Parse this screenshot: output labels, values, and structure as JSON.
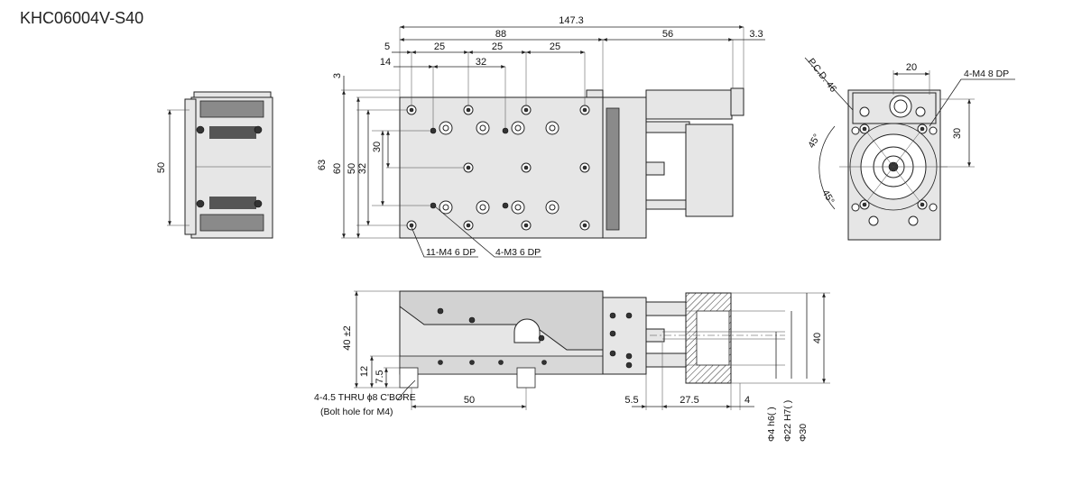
{
  "title": "KHC06004V-S40",
  "top_dims": {
    "overall": "147.3",
    "d88": "88",
    "d56": "56",
    "d33": "3.3",
    "d5": "5",
    "d25a": "25",
    "d25b": "25",
    "d25c": "25",
    "d14": "14",
    "d32h": "32"
  },
  "left_dims": {
    "d3": "3",
    "d63": "63",
    "d60": "60",
    "d50": "50",
    "d32v": "32",
    "d30": "30"
  },
  "side_view": {
    "d50": "50"
  },
  "callouts": {
    "m4": "11-M4 6 DP",
    "m3": "4-M3 6 DP"
  },
  "end_view": {
    "d20": "20",
    "pcd": "P.C.D. 46",
    "m4": "4-M4 8 DP",
    "d30": "30",
    "a45a": "45°",
    "a45b": "45°"
  },
  "front_dims": {
    "h40": "40 ±2",
    "h12": "12",
    "h7_5": "7.5",
    "d50": "50",
    "d5_5": "5.5",
    "d27_5": "27.5",
    "d4": "4",
    "h40r": "40",
    "dia4": "Φ4 h6(   )",
    "dia22": "Φ22 H7(   )",
    "dia30": "Φ30"
  },
  "bolt_note": {
    "line1": "4-4.5 THRU ϕ8 C'BORE",
    "line2": "(Bolt hole for M4)"
  }
}
